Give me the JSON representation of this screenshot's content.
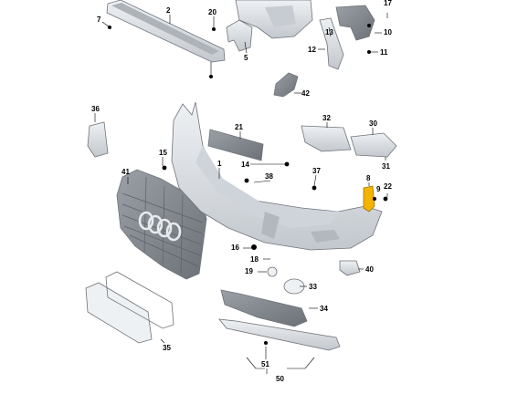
{
  "part_numbers": {
    "p1": "1",
    "p2": "2",
    "p5": "5",
    "p7": "7",
    "p8": "8",
    "p9": "9",
    "p10": "10",
    "p11": "11",
    "p12": "12",
    "p13": "13",
    "p14": "14",
    "p15": "15",
    "p16": "16",
    "p17": "17",
    "p18": "18",
    "p19": "19",
    "p20": "20",
    "p21": "21",
    "p22": "22",
    "p30": "30",
    "p31": "31",
    "p32": "32",
    "p33": "33",
    "p34": "34",
    "p35": "35",
    "p36": "36",
    "p37": "37",
    "p38": "38",
    "p40": "40",
    "p41": "41",
    "p42": "42",
    "p50": "50",
    "p51": "51"
  },
  "colors": {
    "part_fill": "#dfe3e8",
    "part_shadow": "#b9bec5",
    "part_outline": "#6f7378",
    "grille_dark": "#7d8288",
    "grille_mid": "#a9aeb4",
    "highlight": "#f2b400",
    "label_text": "#000000"
  }
}
